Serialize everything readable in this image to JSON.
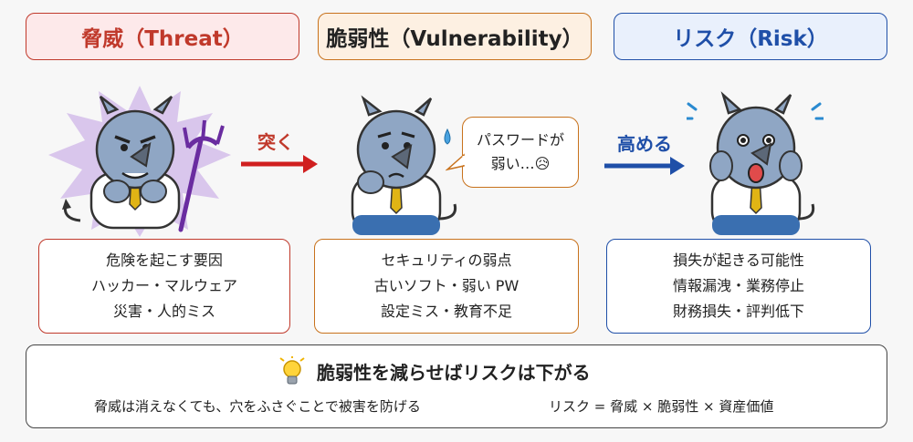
{
  "threat": {
    "title": "脅威（Threat）",
    "lines": [
      "危険を起こす要因",
      "ハッカー・マルウェア",
      "災害・人的ミス"
    ]
  },
  "vulnerability": {
    "title": "脆弱性（Vulnerability）",
    "lines": [
      "セキュリティの弱点",
      "古いソフト・弱い PW",
      "設定ミス・教育不足"
    ],
    "speech": "パスワードが弱い…😥"
  },
  "risk": {
    "title": "リスク（Risk）",
    "lines": [
      "損失が起きる可能性",
      "情報漏洩・業務停止",
      "財務損失・評判低下"
    ]
  },
  "arrows": {
    "exploit_label": "突く",
    "raise_label": "高める"
  },
  "summary": {
    "headline": "脆弱性を減らせばリスクは下がる",
    "note": "脅威は消えなくても、穴をふさぐことで被害を防げる",
    "formula": "リスク = 脅威 × 脆弱性 × 資産価値"
  },
  "colors": {
    "threat": "#c0392b",
    "vulnerability": "#c8721c",
    "risk": "#1f4fa8"
  }
}
